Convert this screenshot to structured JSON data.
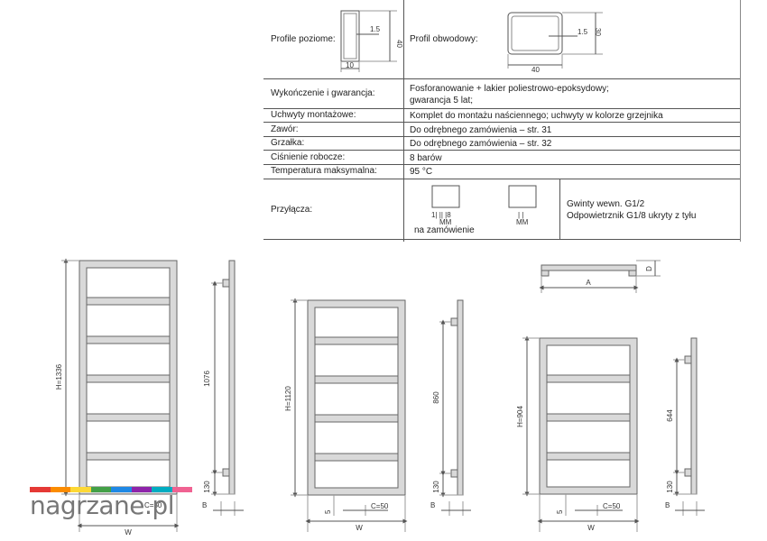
{
  "spec": {
    "profile_horizontal": {
      "label": "Profile poziome:",
      "dim_thickness": "1.5",
      "dim_height": "40",
      "dim_width": "10"
    },
    "profile_frame": {
      "label": "Profil obwodowy:",
      "dim_thickness": "1.5",
      "dim_height": "30",
      "dim_width": "40"
    },
    "rows": [
      {
        "label": "Wykończenie i gwarancja:",
        "value": "Fosforanowanie + lakier poliestrowo-epoksydowy;",
        "value2": "gwarancja 5 lat;"
      },
      {
        "label": "Uchwyty montażowe:",
        "value": "Komplet do montażu naściennego; uchwyty w kolorze grzejnika"
      },
      {
        "label": "Zawór:",
        "value": "Do odrębnego zamówienia – str. 31"
      },
      {
        "label": "Grzałka:",
        "value": "Do odrębnego zamówienia – str. 32"
      },
      {
        "label": "Ciśnienie robocze:",
        "value": "8 barów"
      },
      {
        "label": "Temperatura maksymalna:",
        "value": "95 °C"
      }
    ],
    "connections": {
      "label": "Przyłącza:",
      "option1_marks": "1| || |8",
      "option1_sub": "MM",
      "option1_note": "na zamówienie",
      "option2_marks": "| |",
      "option2_sub": "MM",
      "threads_line1": "Gwinty wewn. G1/2",
      "threads_line2": "Odpowietrznik G1/8 ukryty z tyłu"
    }
  },
  "drawings": {
    "large": {
      "height_label": "H=1336",
      "spacing_label": "1076",
      "bottom_label": "130",
      "c_label": "C=50",
      "w_label": "W",
      "b_label": "B"
    },
    "medium": {
      "height_label": "H=1120",
      "spacing_label": "860",
      "bottom_label": "130",
      "c_label": "C=50",
      "w_label": "W",
      "b_label": "B",
      "s_label": "5"
    },
    "small": {
      "height_label": "H=904",
      "spacing_label": "644",
      "bottom_label": "130",
      "c_label": "C=50",
      "w_label": "W",
      "b_label": "B",
      "s_label": "5"
    },
    "top_view": {
      "a_label": "A",
      "d_label": "D"
    }
  },
  "logo": {
    "text": "nagrzane.pl"
  },
  "colors": {
    "line": "#555555",
    "frame_fill": "#d9d9d9",
    "logo_bars": [
      "#e53935",
      "#fb8c00",
      "#fdd835",
      "#43a047",
      "#1e88e5",
      "#8e24aa",
      "#00acc1",
      "#f06292"
    ]
  }
}
